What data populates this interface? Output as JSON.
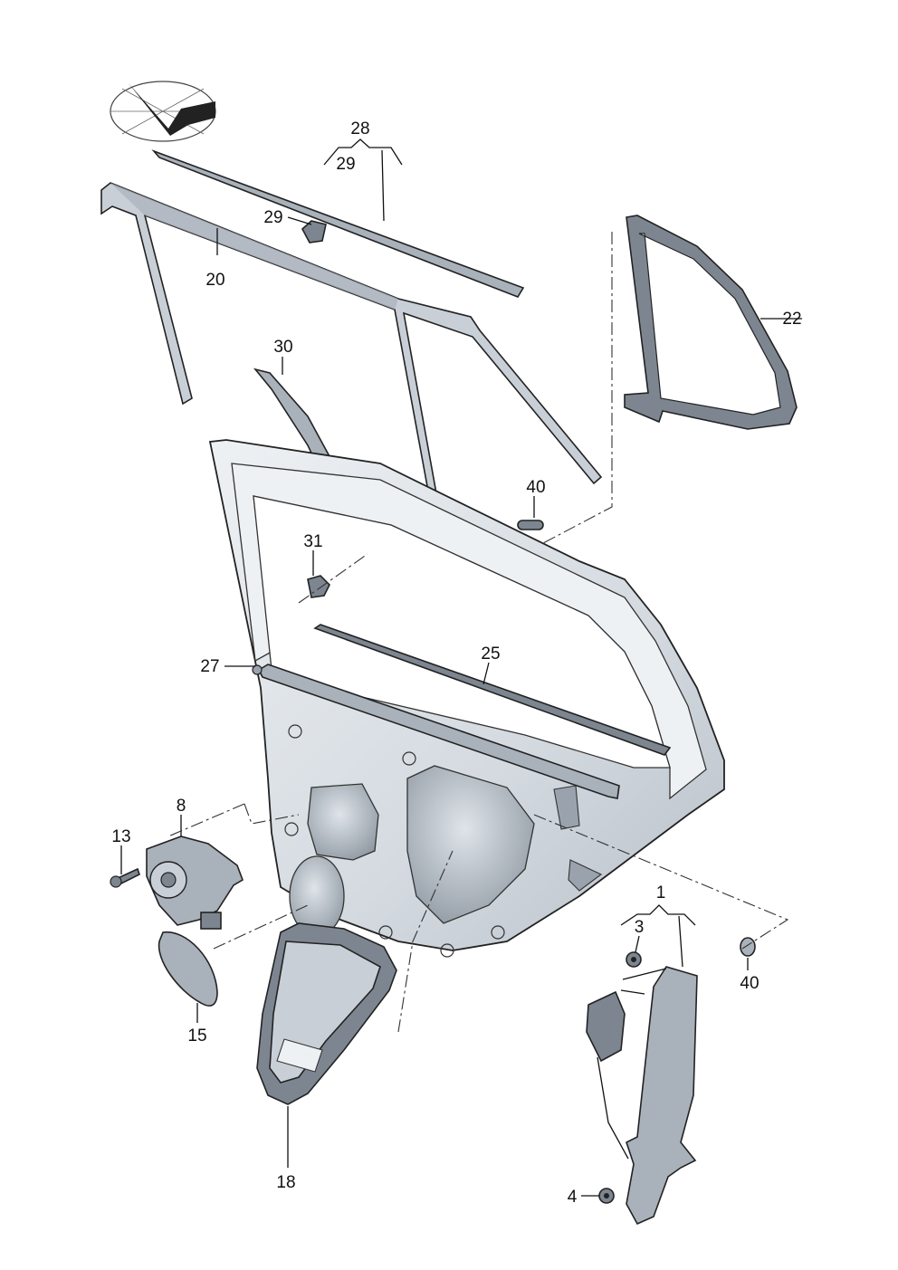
{
  "callouts": {
    "c1": "1",
    "c3": "3",
    "c4": "4",
    "c8": "8",
    "c13": "13",
    "c15": "15",
    "c18": "18",
    "c20": "20",
    "c22": "22",
    "c25": "25",
    "c27": "27",
    "c28": "28",
    "c29_brace": "29",
    "c29": "29",
    "c30": "30",
    "c31": "31",
    "c40_top": "40",
    "c40_bottom": "40"
  },
  "icons": {
    "orientation": "vehicle-orientation-arrow-icon"
  },
  "colors": {
    "line": "#222222",
    "part_light": "#c9cfd6",
    "part_mid": "#a9b1ba",
    "part_dark": "#7d8690"
  }
}
